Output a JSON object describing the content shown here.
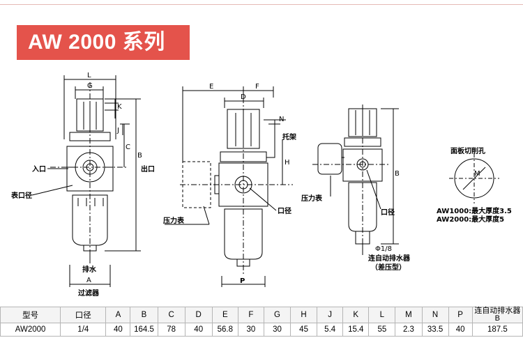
{
  "title": "AW 2000  系列",
  "drawing_labels": {
    "L": "L",
    "G": "G",
    "K": "K",
    "J": "J",
    "C": "C",
    "B": "B",
    "B2": "B",
    "B3": "B",
    "inlet": "入口",
    "outlet": "出口",
    "gauge_port": "表口径",
    "drain": "排水",
    "A": "A",
    "filter": "过滤器",
    "E": "E",
    "F": "F",
    "D": "D",
    "N": "N",
    "bracket": "托架",
    "H": "H",
    "gauge": "压力表",
    "port": "口径",
    "P": "P",
    "gauge2": "压力表",
    "port2": "口径",
    "phi": "Φ1/8",
    "auto_drain": "连自动排水器",
    "diff_type": "（差压型）",
    "panel_cut": "面板切削孔",
    "M": "M",
    "aw1000_note": "AW1000:最大厚度3.5",
    "aw2000_note": "AW2000:最大厚度5"
  },
  "table": {
    "headers": [
      "型号",
      "口径",
      "A",
      "B",
      "C",
      "D",
      "E",
      "F",
      "G",
      "H",
      "J",
      "K",
      "L",
      "M",
      "N",
      "P"
    ],
    "last_header_top": "连自动排水器",
    "last_header_bottom": "B",
    "row": [
      "AW2000",
      "1/4",
      "40",
      "164.5",
      "78",
      "40",
      "56.8",
      "30",
      "30",
      "45",
      "5.4",
      "15.4",
      "55",
      "2.3",
      "33.5",
      "40",
      "187.5"
    ]
  },
  "colors": {
    "title_bg": "#e4534b",
    "title_fg": "#ffffff",
    "line": "#000000"
  }
}
